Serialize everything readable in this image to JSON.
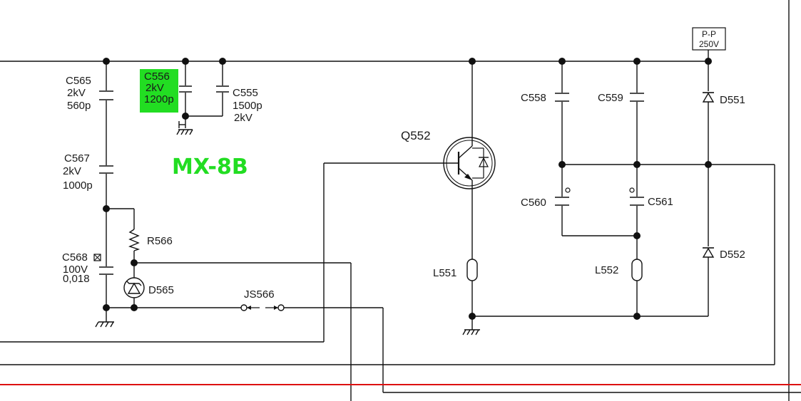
{
  "model_label": "MX-8B",
  "model_color": "#22dd22",
  "highlight_color": "#22dd22",
  "wire_color": "#111111",
  "border_line_color": "#dd1111",
  "pp_box": {
    "line1": "P-P",
    "line2": "250V"
  },
  "components": {
    "c565": {
      "ref": "C565",
      "v": "2kV",
      "val": "560p"
    },
    "c556": {
      "ref": "C556",
      "v": "2kV",
      "val": "1200p"
    },
    "c555": {
      "ref": "C555",
      "val": "1500p",
      "v": "2kV"
    },
    "c567": {
      "ref": "C567",
      "v": "2kV",
      "val": "1000p"
    },
    "c568": {
      "ref": "C568",
      "v": "100V",
      "val": "0,018"
    },
    "r566": {
      "ref": "R566"
    },
    "d565": {
      "ref": "D565"
    },
    "js566": {
      "ref": "JS566"
    },
    "q552": {
      "ref": "Q552"
    },
    "l551": {
      "ref": "L551"
    },
    "c558": {
      "ref": "C558"
    },
    "c559": {
      "ref": "C559"
    },
    "c560": {
      "ref": "C560"
    },
    "c561": {
      "ref": "C561"
    },
    "l552": {
      "ref": "L552"
    },
    "d551": {
      "ref": "D551"
    },
    "d552": {
      "ref": "D552"
    }
  },
  "icons": [
    "ground-symbol-icon",
    "capacitor-icon",
    "diode-icon",
    "zener-diode-icon",
    "transistor-igbt-icon",
    "inductor-icon",
    "resistor-icon"
  ]
}
